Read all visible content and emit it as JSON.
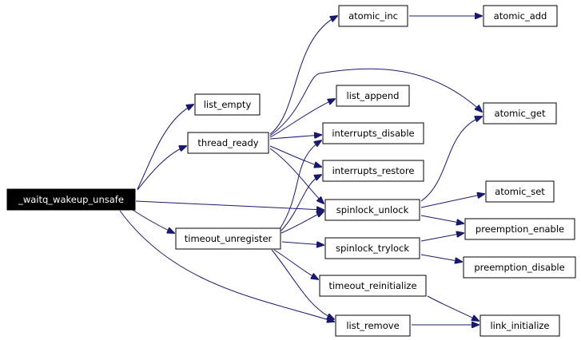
{
  "graph": {
    "edge_color": "#191970",
    "root_fill": "#000000",
    "nodes": {
      "waitq_wakeup_unsafe": "_waitq_wakeup_unsafe",
      "list_empty": "list_empty",
      "thread_ready": "thread_ready",
      "timeout_unregister": "timeout_unregister",
      "atomic_inc": "atomic_inc",
      "atomic_add": "atomic_add",
      "list_append": "list_append",
      "atomic_get": "atomic_get",
      "interrupts_disable": "interrupts_disable",
      "interrupts_restore": "interrupts_restore",
      "spinlock_unlock": "spinlock_unlock",
      "atomic_set": "atomic_set",
      "preemption_enable": "preemption_enable",
      "spinlock_trylock": "spinlock_trylock",
      "preemption_disable": "preemption_disable",
      "timeout_reinitialize": "timeout_reinitialize",
      "list_remove": "list_remove",
      "link_initialize": "link_initialize"
    },
    "edges": [
      [
        "waitq_wakeup_unsafe",
        "list_empty"
      ],
      [
        "waitq_wakeup_unsafe",
        "thread_ready"
      ],
      [
        "waitq_wakeup_unsafe",
        "timeout_unregister"
      ],
      [
        "waitq_wakeup_unsafe",
        "spinlock_unlock"
      ],
      [
        "waitq_wakeup_unsafe",
        "list_remove"
      ],
      [
        "thread_ready",
        "atomic_inc"
      ],
      [
        "thread_ready",
        "atomic_get"
      ],
      [
        "thread_ready",
        "list_append"
      ],
      [
        "thread_ready",
        "interrupts_disable"
      ],
      [
        "thread_ready",
        "interrupts_restore"
      ],
      [
        "thread_ready",
        "spinlock_unlock"
      ],
      [
        "atomic_inc",
        "atomic_add"
      ],
      [
        "timeout_unregister",
        "interrupts_disable"
      ],
      [
        "timeout_unregister",
        "interrupts_restore"
      ],
      [
        "timeout_unregister",
        "spinlock_unlock"
      ],
      [
        "timeout_unregister",
        "spinlock_trylock"
      ],
      [
        "timeout_unregister",
        "timeout_reinitialize"
      ],
      [
        "timeout_unregister",
        "list_remove"
      ],
      [
        "spinlock_unlock",
        "atomic_get"
      ],
      [
        "spinlock_unlock",
        "atomic_set"
      ],
      [
        "spinlock_unlock",
        "preemption_enable"
      ],
      [
        "spinlock_trylock",
        "preemption_enable"
      ],
      [
        "spinlock_trylock",
        "preemption_disable"
      ],
      [
        "timeout_reinitialize",
        "link_initialize"
      ],
      [
        "list_remove",
        "link_initialize"
      ]
    ]
  }
}
